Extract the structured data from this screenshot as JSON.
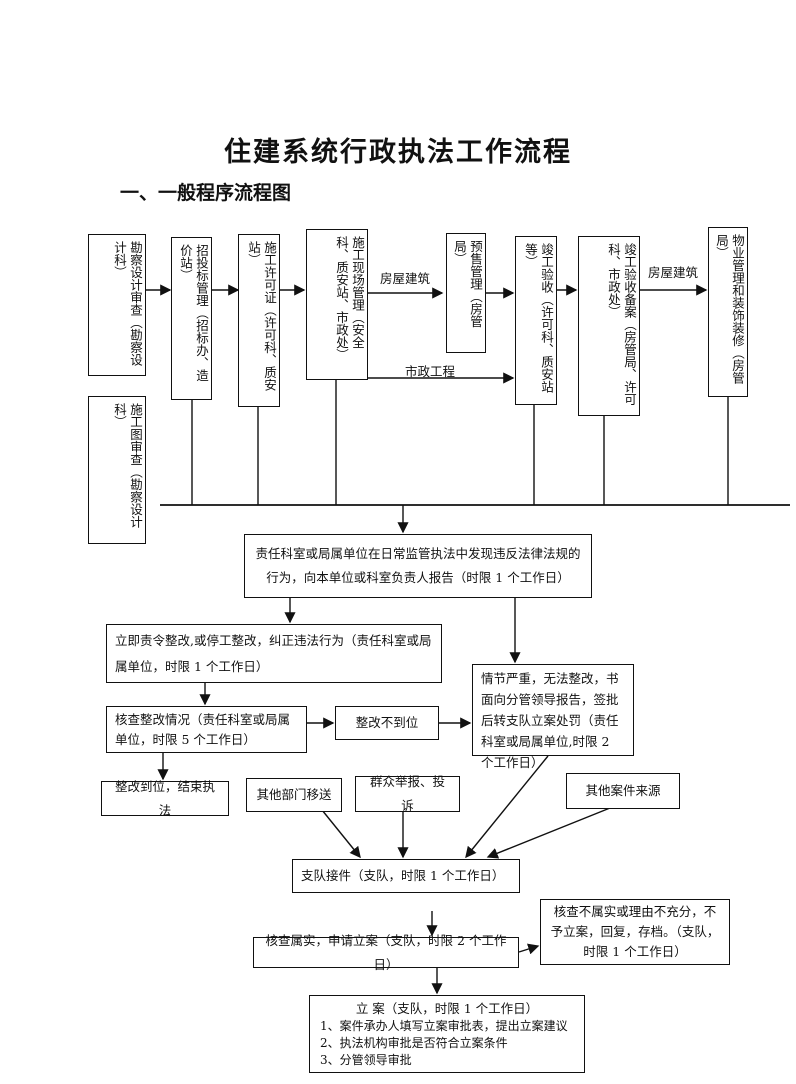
{
  "title": "住建系统行政执法工作流程",
  "subtitle": "一、一般程序流程图",
  "top_row": {
    "survey_review": "勘察设计审查（勘察设计科）",
    "drawing_review": "施工图审查（勘察设计科）",
    "bidding": "招投标管理（招标办、造价站）",
    "permit": "施工许可证（许可科、质安站）",
    "site_mgmt": "施工现场管理（安全科、质安站、市政处）",
    "presale": "预售管理（房管局）",
    "acceptance": "竣工验收（许可科、质安站等）",
    "filing": "竣工验收备案（房管局、许可科、市政处）",
    "property": "物业管理和装饰装修（房管局）"
  },
  "edge_labels": {
    "housing_1": "房屋建筑",
    "municipal": "市政工程",
    "housing_2": "房屋建筑"
  },
  "flow": {
    "discover": "责任科室或局属单位在日常监管执法中发现违反法律法规的行为，向本单位或科室负责人报告（时限 1 个工作日）",
    "rectify_now": "立即责令整改,或停工整改，纠正违法行为（责任科室或局属单位，时限 1 个工作日）",
    "serious": "情节严重，无法整改，书面向分管领导报告，签批后转支队立案处罚（责任科室或局属单位,时限 2 个工作日）",
    "check_rectify": "核查整改情况（责任科室或局属单位，时限 5 个工作日）",
    "not_rectified": "整改不到位",
    "rectified_end": "整改到位，结束执法",
    "other_dept": "其他部门移送",
    "public_report": "群众举报、投诉",
    "other_source": "其他案件来源",
    "brigade_accept": "支队接件（支队，时限 1 个工作日）",
    "verified_file": "核查属实，申请立案（支队，时限 2 个工作日）",
    "not_verified": "核查不属实或理由不充分，不予立案，回复，存档。（支队，时限 1 个工作日）",
    "case_title": "立 案（支队，时限 1 个工作日）",
    "case_steps": [
      "1、案件承办人填写立案审批表，提出立案建议",
      "2、执法机构审批是否符合立案条件",
      "3、分管领导审批"
    ]
  }
}
